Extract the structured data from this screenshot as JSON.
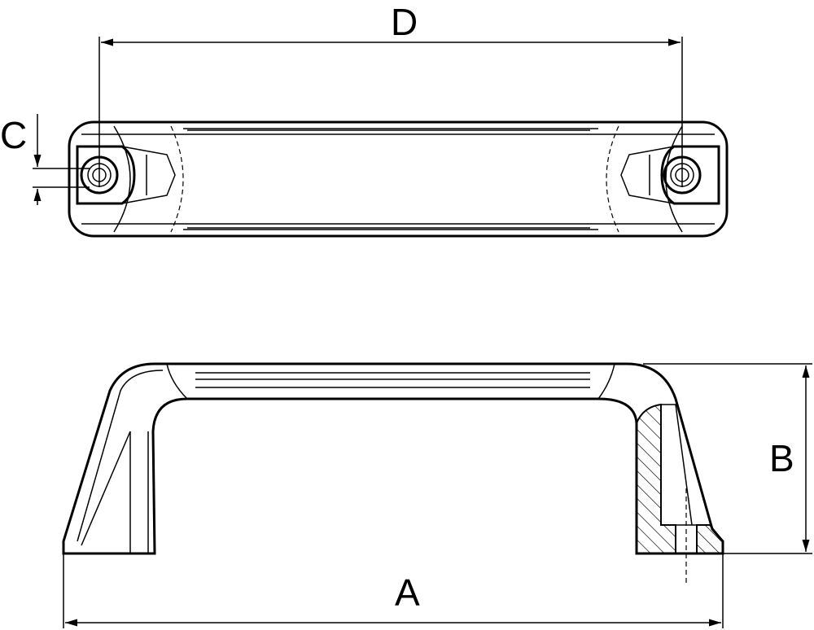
{
  "drawing": {
    "dimension_labels": {
      "a": "A",
      "b": "B",
      "c": "C",
      "d": "D"
    },
    "views": [
      "top-view",
      "side-view-section"
    ]
  }
}
